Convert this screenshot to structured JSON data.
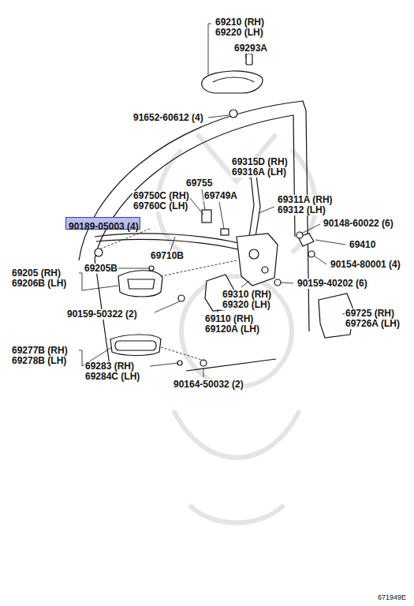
{
  "diagram": {
    "nodes": [
      {
        "text": [
          "90189-05003 (4)"
        ]
      }
    ],
    "labels": [
      "69210 (RH)",
      "69220 (LH)",
      "69293A",
      "91652-60612 (4)",
      "69315D (RH)",
      "69316A (LH)",
      "69755",
      "69750C (RH)",
      "69760C (LH)",
      "69749A",
      "69311A (RH)",
      "69312 (LH)",
      "90148-60022 (6)",
      "69410",
      "69710B",
      "90154-80001 (4)",
      "69205 (RH)",
      "69206B (LH)",
      "69205B",
      "90159-40202 (6)",
      "69310 (RH)",
      "69320 (LH)",
      "90159-50322 (2)",
      "69110 (RH)",
      "69120A (LH)",
      "69725 (RH)",
      "69726A (LH)",
      "69277B (RH)",
      "69278B (LH)",
      "69283 (RH)",
      "69284C (LH)",
      "90164-50032 (2)",
      "671949E"
    ]
  }
}
